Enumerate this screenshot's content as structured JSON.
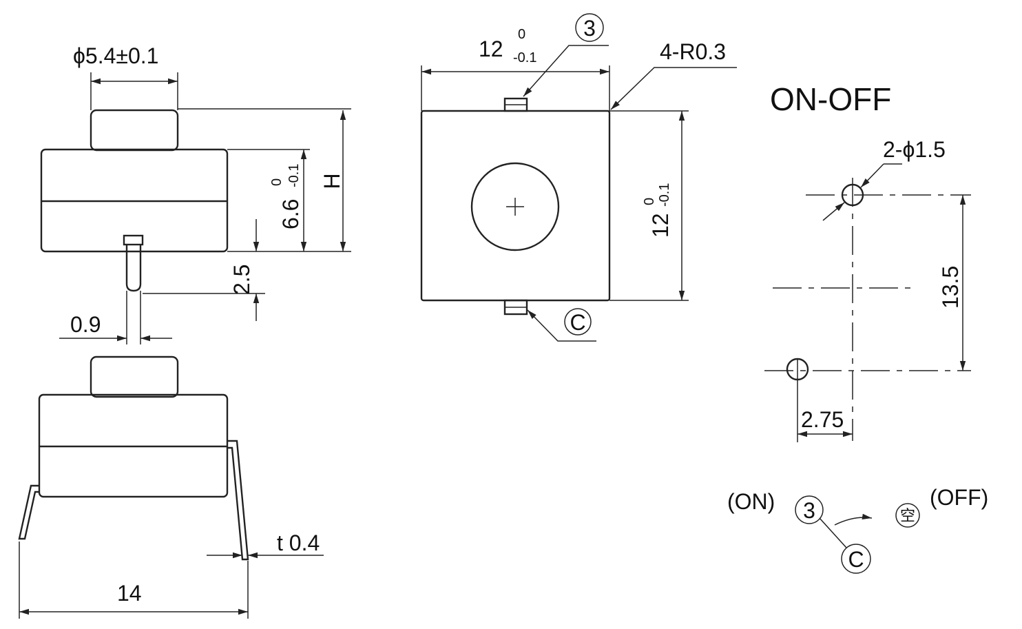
{
  "dims": {
    "button_dia": "ϕ5.4±0.1",
    "h": "H",
    "body_height": "6.6",
    "body_height_tol_upper": "0",
    "body_height_tol_lower": "-0.1",
    "pin_length": "2.5",
    "pin_width": "0.9",
    "pin_thickness": "t 0.4",
    "overall_width": "14",
    "top_width": "12",
    "top_width_tol_upper": "0",
    "top_width_tol_lower": "-0.1",
    "corner_radius": "4-R0.3",
    "top_height": "12",
    "top_height_tol_upper": "0",
    "top_height_tol_lower": "-0.1",
    "hole_dia": "2-ϕ1.5",
    "hole_spacing": "13.5",
    "hole_offset": "2.75"
  },
  "callouts": {
    "terminal_3": "3",
    "terminal_c": "C",
    "terminal_empty": "空"
  },
  "schematic": {
    "title": "ON-OFF",
    "on_label": "(ON)",
    "off_label": "(OFF)"
  }
}
